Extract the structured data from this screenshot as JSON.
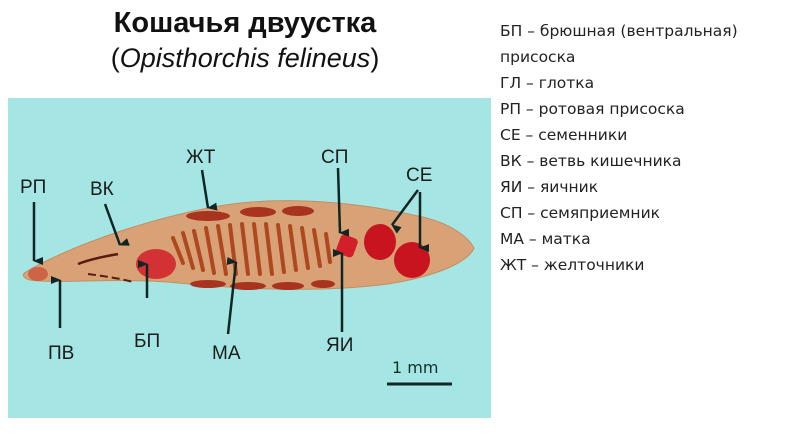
{
  "title": "Кошачья двуустка",
  "subtitle": {
    "open": "(",
    "latin": "Opisthorchis felineus",
    "close": ")"
  },
  "colors": {
    "panel_background": "#a5e6e5",
    "worm_body": "#d8a276",
    "organ_red": "#c0222a",
    "uterus_brown": "#a8431f",
    "arrow": "#0f2624"
  },
  "labels": {
    "rp": "РП",
    "vk": "ВК",
    "zht": "ЖТ",
    "sp": "СП",
    "se": "СЕ",
    "pv": "ПВ",
    "bp": "БП",
    "ma": "МА",
    "yai": "ЯИ"
  },
  "scale_bar": {
    "label": "1 mm"
  },
  "legend": {
    "items": [
      "БП – брюшная (вентральная)",
      "присоска",
      "ГЛ – глотка",
      "РП – ротовая присоска",
      "СЕ – семенники",
      "ВК  – ветвь кишечника",
      "ЯИ – яичник",
      "СП – семяприемник",
      "МА – матка",
      "ЖТ – желточники"
    ]
  }
}
